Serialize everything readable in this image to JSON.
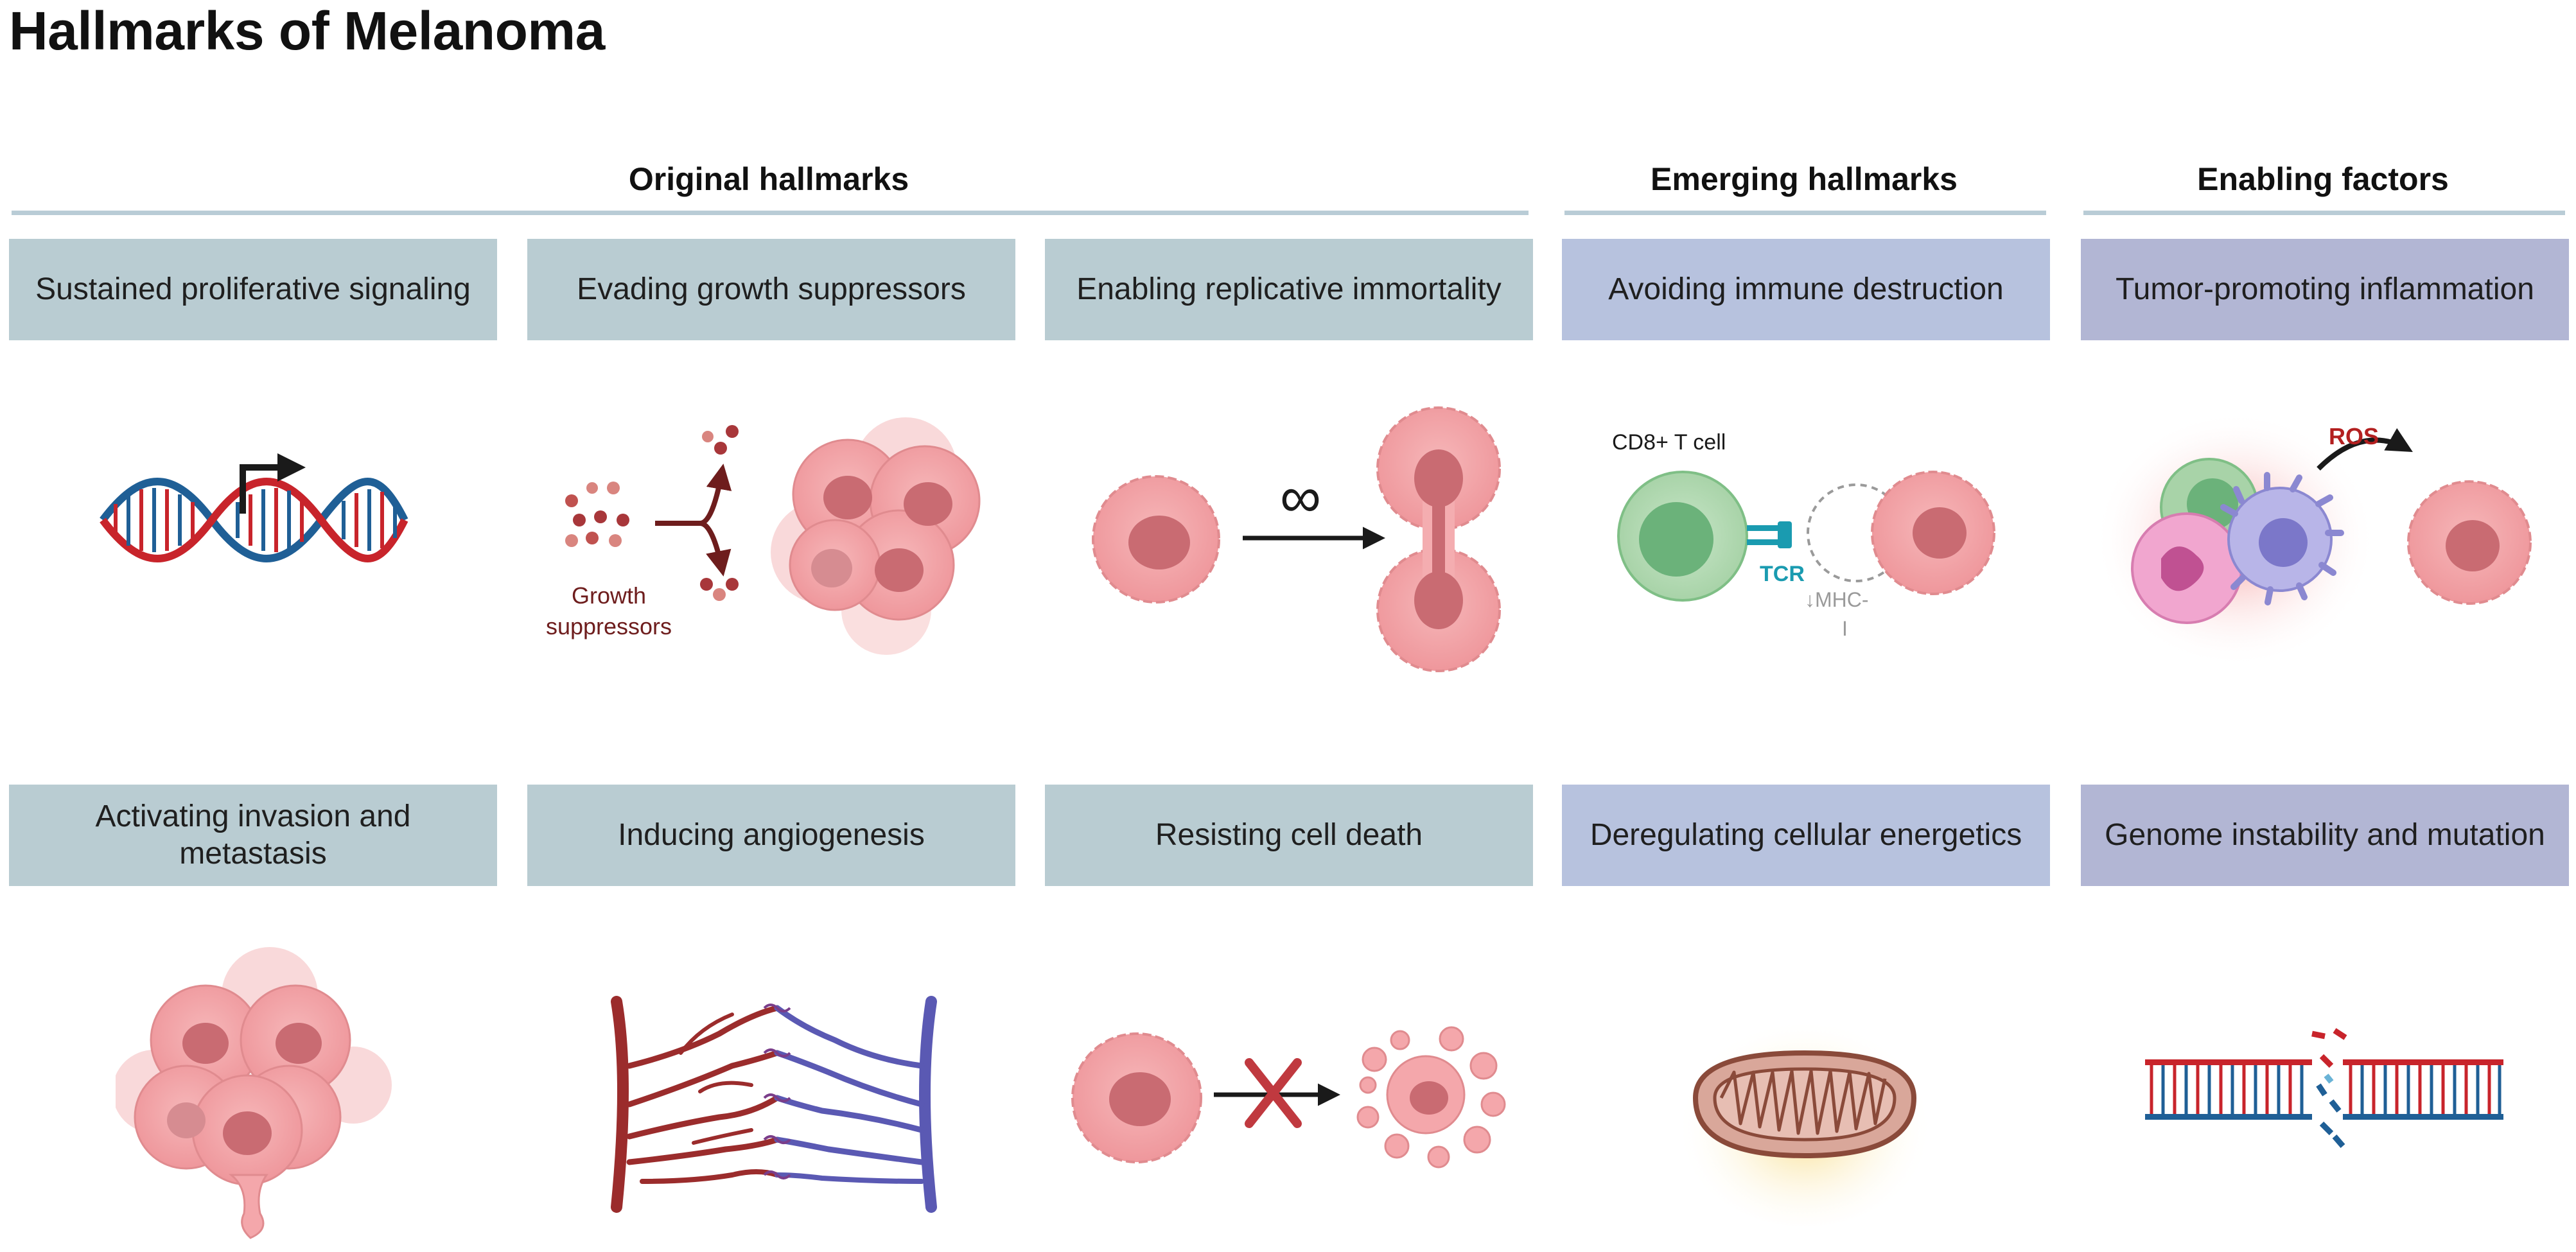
{
  "title": "Hallmarks of Melanoma",
  "groups": {
    "original": "Original hallmarks",
    "emerging": "Emerging hallmarks",
    "enabling": "Enabling factors"
  },
  "row1": {
    "c1": "Sustained proliferative signaling",
    "c2": "Evading growth suppressors",
    "c3": "Enabling replicative immortality",
    "c4": "Avoiding immune destruction",
    "c5": "Tumor-promoting inflammation"
  },
  "row2": {
    "c1": "Activating invasion and metastasis",
    "c2": "Inducing angiogenesis",
    "c3": "Resisting cell death",
    "c4": "Deregulating cellular energetics",
    "c5": "Genome instability and mutation"
  },
  "labels": {
    "growth_suppressors_1": "Growth",
    "growth_suppressors_2": "suppressors",
    "infinity": "∞",
    "cd8": "CD8+ T cell",
    "tcr": "TCR",
    "mhc_1": "↓MHC-",
    "mhc_2": "I",
    "ros": "ROS"
  },
  "colors": {
    "original_box": "#b9ccd2",
    "emerging_box": "#b7c2de",
    "enabling_box": "#b2b6d4",
    "divider": "#b9ccd6",
    "cell_pink": "#f1a3a6",
    "nucleus": "#c96b72",
    "dna_red": "#c8242b",
    "dna_blue": "#1f5f96",
    "tcr_teal": "#1a9bb0",
    "ros_red": "#b32020"
  }
}
